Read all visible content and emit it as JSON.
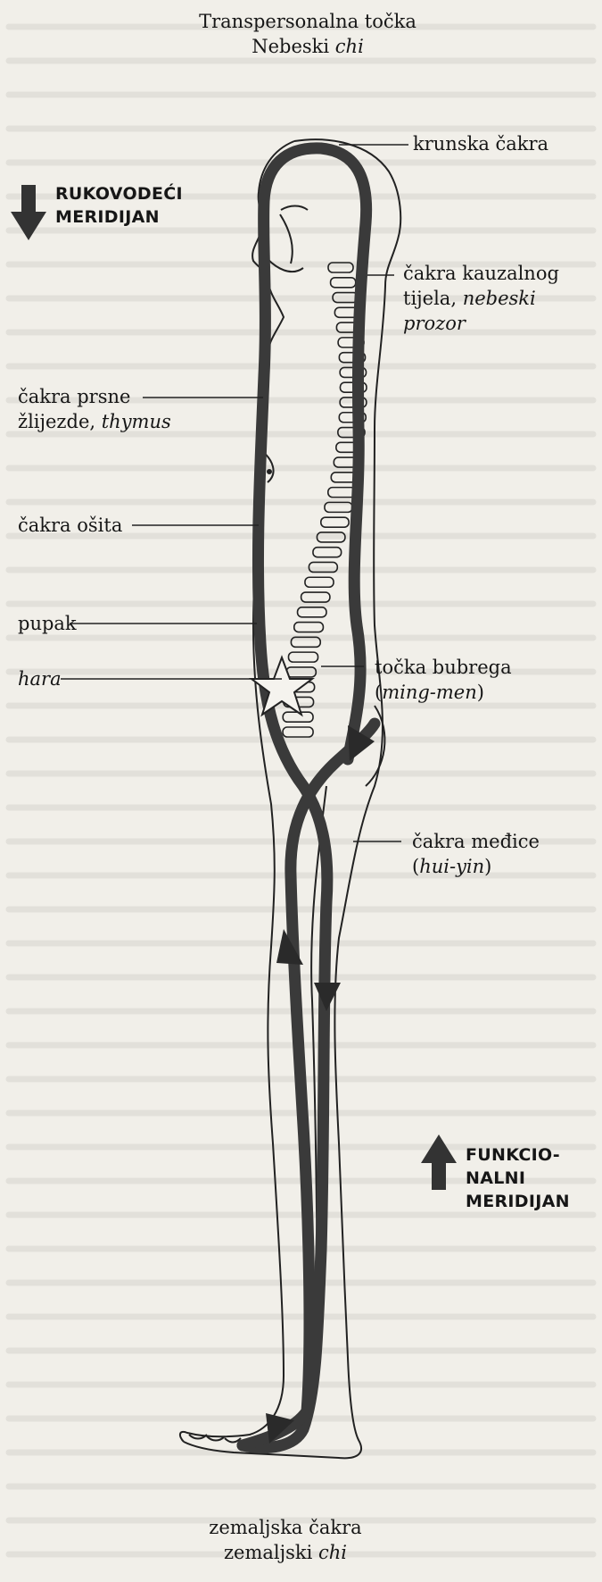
{
  "header": {
    "line1": "Transpersonalna točka",
    "line2_prefix": "Nebeski ",
    "line2_italic": "chi"
  },
  "legend": {
    "governing": {
      "line1": "RUKOVODEĆI",
      "line2": "MERIDIJAN"
    },
    "functional": {
      "line1": "FUNKCIO-",
      "line2": "NALNI",
      "line3": "MERIDIJAN"
    }
  },
  "labels": {
    "crown": "krunska čakra",
    "causal": {
      "line1": "čakra kauzalnog",
      "line2_prefix": "tijela, ",
      "line2_italic": "nebeski",
      "line3_italic": "prozor"
    },
    "thymus": {
      "line1": "čakra prsne",
      "line2_prefix": "žlijezde, ",
      "line2_italic": "thymus"
    },
    "diaphragm": "čakra ošita",
    "navel": "pupak",
    "hara": "hara",
    "kidney": {
      "line1": "točka bubrega",
      "line2_open": "(",
      "line2_italic": "ming-men",
      "line2_close": ")"
    },
    "perineum": {
      "line1": "čakra međice",
      "line2_open": "(",
      "line2_italic": "hui-yin",
      "line2_close": ")"
    }
  },
  "footer": {
    "line1": "zemaljska čakra",
    "line2_prefix": "zemaljski ",
    "line2_italic": "chi"
  },
  "colors": {
    "meridian": "#3a3a3a",
    "outline": "#222222",
    "paper": "#f1efe9"
  },
  "icons": {
    "governing": "arrow-down-icon",
    "functional": "arrow-up-icon",
    "hara": "star-icon"
  }
}
